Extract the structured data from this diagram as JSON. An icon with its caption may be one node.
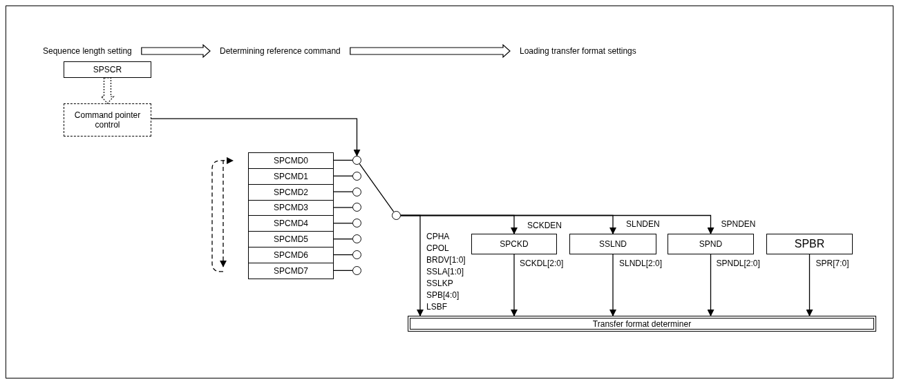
{
  "diagram": {
    "nodes": [
      {
        "text": [
          "Sequence length setting"
        ]
      },
      {
        "text": [
          "Determining reference command"
        ]
      },
      {
        "text": [
          "Loading transfer format settings"
        ]
      },
      {
        "text": [
          "SPSCR"
        ]
      },
      {
        "text": [
          "Command pointer control"
        ]
      },
      {
        "text": [
          "SPCMD0"
        ]
      },
      {
        "text": [
          "SPCMD1"
        ]
      },
      {
        "text": [
          "SPCMD2"
        ]
      },
      {
        "text": [
          "SPCMD3"
        ]
      },
      {
        "text": [
          "SPCMD4"
        ]
      },
      {
        "text": [
          "SPCMD5"
        ]
      },
      {
        "text": [
          "SPCMD6"
        ]
      },
      {
        "text": [
          "SPCMD7"
        ]
      },
      {
        "text": [],
        "shape": "circle"
      },
      {
        "text": [],
        "shape": "circle"
      },
      {
        "text": [],
        "shape": "circle"
      },
      {
        "text": [],
        "shape": "circle"
      },
      {
        "text": [],
        "shape": "circle"
      },
      {
        "text": [],
        "shape": "circle"
      },
      {
        "text": [],
        "shape": "circle"
      },
      {
        "text": [],
        "shape": "circle"
      },
      {
        "text": [],
        "shape": "circle"
      },
      {
        "text": [
          "SPCKD"
        ]
      },
      {
        "text": [
          "SSLND"
        ]
      },
      {
        "text": [
          "SPND"
        ]
      },
      {
        "text": [
          "SPBR"
        ]
      },
      {
        "text": [
          "Transfer format determiner"
        ]
      }
    ],
    "edges": [
      {
        "from": 0,
        "to": 1,
        "arrow": "to"
      },
      {
        "from": 1,
        "to": 2,
        "arrow": "to"
      },
      {
        "from": 3,
        "to": 4,
        "arrow": "to",
        "style": "dashed"
      },
      {
        "from": 4,
        "to": 13,
        "arrow": "to"
      },
      {
        "from": 5,
        "to": 13,
        "arrow": "none"
      },
      {
        "from": 6,
        "to": 14,
        "arrow": "none"
      },
      {
        "from": 7,
        "to": 15,
        "arrow": "none"
      },
      {
        "from": 8,
        "to": 16,
        "arrow": "none"
      },
      {
        "from": 9,
        "to": 17,
        "arrow": "none"
      },
      {
        "from": 10,
        "to": 18,
        "arrow": "none"
      },
      {
        "from": 11,
        "to": 19,
        "arrow": "none"
      },
      {
        "from": 12,
        "to": 20,
        "arrow": "none"
      },
      {
        "from": 21,
        "to": 13,
        "arrow": "none"
      },
      {
        "from": 21,
        "to": 22,
        "arrow": "to",
        "label": "SCKDEN"
      },
      {
        "from": 21,
        "to": 23,
        "arrow": "to",
        "label": "SLNDEN"
      },
      {
        "from": 21,
        "to": 24,
        "arrow": "to",
        "label": "SPNDEN"
      },
      {
        "from": 21,
        "to": 26,
        "arrow": "to",
        "label": "CPHA CPOL BRDV[1:0] SSLA[1:0] SSLKP SPB[4:0] LSBF"
      },
      {
        "from": 22,
        "to": 26,
        "arrow": "to",
        "label": "SCKDL[2:0]"
      },
      {
        "from": 23,
        "to": 26,
        "arrow": "to",
        "label": "SLNDL[2:0]"
      },
      {
        "from": 24,
        "to": 26,
        "arrow": "to",
        "label": "SPNDL[2:0]"
      },
      {
        "from": 25,
        "to": 26,
        "arrow": "to",
        "label": "SPR[7:0]"
      },
      {
        "from": 5,
        "to": 12,
        "arrow": "both",
        "style": "dashed"
      }
    ]
  }
}
